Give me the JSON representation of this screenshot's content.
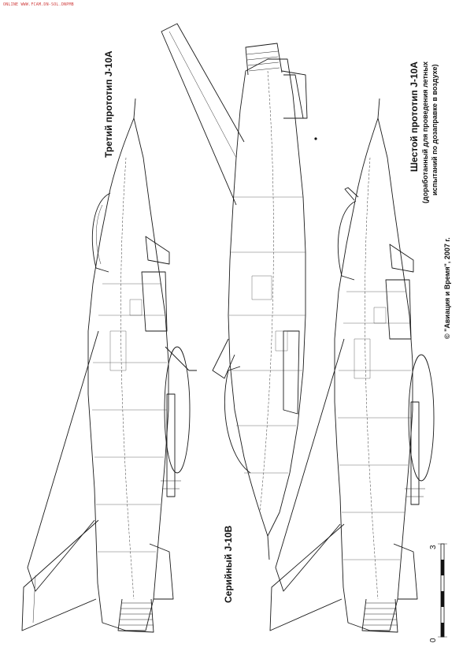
{
  "header_text": "ONLINE WWW.FCAM.DN-SOL.DNPMB",
  "labels": {
    "third_prototype": "Третий прототип J-10A",
    "serial_j10b": "Серийный J-10B",
    "sixth_prototype_title": "Шестой прототип J-10A",
    "sixth_prototype_sub1": "(доработанный для проведения летных",
    "sixth_prototype_sub2": "испытаний по дозаправке в воздухе)",
    "copyright": "© \"Авиация и Время\", 2007 г."
  },
  "scale": {
    "zero": "0",
    "max": "3"
  }
}
